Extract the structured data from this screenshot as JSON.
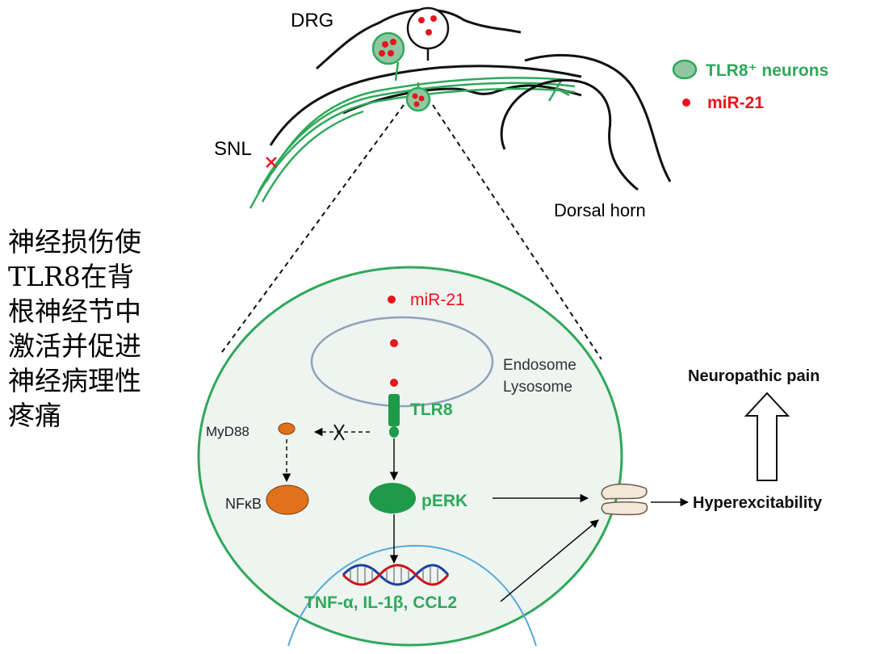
{
  "colors": {
    "green": "#2fa85a",
    "green_dark": "#1e9a48",
    "neuron_fill": "#8fc8a0",
    "red": "#e8141b",
    "orange": "#e2711c",
    "cell_fill": "#eef4f0",
    "endosome_stroke": "#8fa3bd",
    "nucleus_stroke": "#55a9d8"
  },
  "top": {
    "drg_label": "DRG",
    "snl_label": "SNL",
    "dorsal_horn_label": "Dorsal horn"
  },
  "legend": {
    "tlr8_neurons": "TLR8⁺ neurons",
    "mir21": "miR-21"
  },
  "caption_lines": [
    "神经损伤使",
    "TLR8在背",
    "根神经节中",
    "激活并促进",
    "神经病理性",
    "疼痛"
  ],
  "cell": {
    "mir21_label": "miR-21",
    "endosome_label_1": "Endosome",
    "endosome_label_2": "Lysosome",
    "tlr8_label": "TLR8",
    "myd88_label": "MyD88",
    "nfkb_label": "NFκB",
    "perk_label": "pERK",
    "cytokines_label": "TNF-α, IL-1β, CCL2"
  },
  "outcome": {
    "neuropathic_pain": "Neuropathic pain",
    "hyperexcitability": "Hyperexcitability"
  },
  "icons": [
    "dna-icon",
    "ion-channel-icon",
    "x-mark-icon",
    "injury-cross-icon"
  ]
}
